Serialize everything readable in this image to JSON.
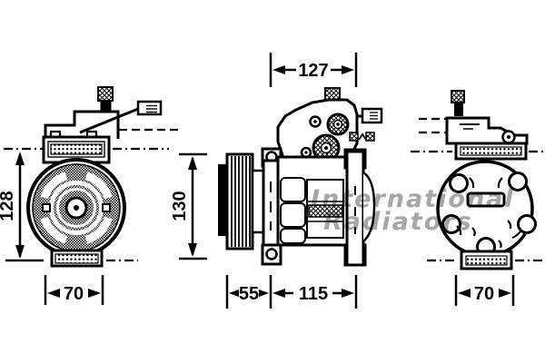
{
  "watermark": {
    "line1": "International",
    "line2": "Radiators"
  },
  "dimensions": {
    "front": {
      "height": "128",
      "width": "70"
    },
    "side": {
      "top_width": "127",
      "height": "130",
      "bottom_left": "55",
      "bottom_right": "115"
    },
    "rear": {
      "width": "70"
    }
  },
  "colors": {
    "line": "#000000",
    "background": "#ffffff",
    "watermark": "#a6a6a6"
  }
}
